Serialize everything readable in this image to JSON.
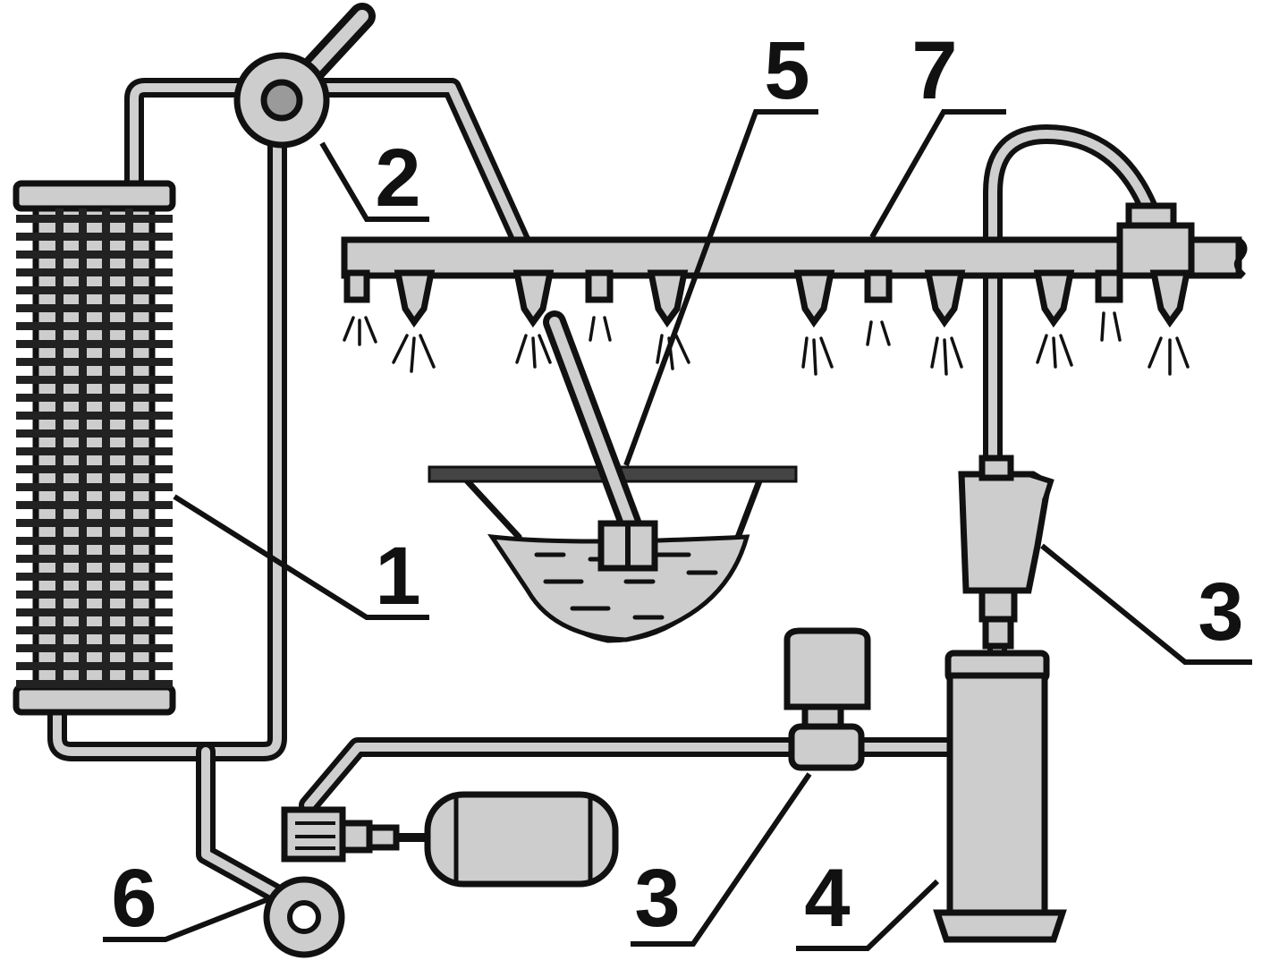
{
  "colors": {
    "ink": "#111111",
    "fill": "#cdcdcd",
    "background": "#ffffff"
  },
  "labels": {
    "l1": "1",
    "l2": "2",
    "l3a": "3",
    "l3b": "3",
    "l4": "4",
    "l5": "5",
    "l6": "6",
    "l7": "7"
  }
}
